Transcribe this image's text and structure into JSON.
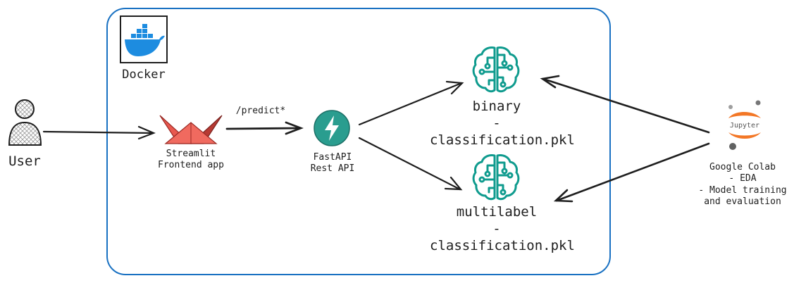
{
  "container": {
    "label": "Docker",
    "border_color": "#1971c2"
  },
  "user": {
    "label": "User"
  },
  "frontend": {
    "label": "Streamlit\nFrontend app"
  },
  "edge_predict": {
    "label": "/predict*"
  },
  "api": {
    "label": "FastAPI\nRest API",
    "color": "#2a9d8f"
  },
  "model_binary": {
    "label": "binary\n-classification.pkl"
  },
  "model_multilabel": {
    "label": "multilabel\n-classification.pkl"
  },
  "jupyter": {
    "logo_text": "Jupyter",
    "color": "#f37726"
  },
  "colab": {
    "label": "Google Colab\n- EDA\n- Model training\nand evaluation"
  },
  "icons": [
    "docker-whale-icon",
    "user-icon",
    "streamlit-boat-icon",
    "fastapi-bolt-icon",
    "brain-circuit-icon",
    "jupyter-logo-icon"
  ],
  "colors": {
    "stroke": "#1e1e1e",
    "teal": "#0f9b8e",
    "streamlit": "#e8584f",
    "docker": "#1d8ce0"
  }
}
